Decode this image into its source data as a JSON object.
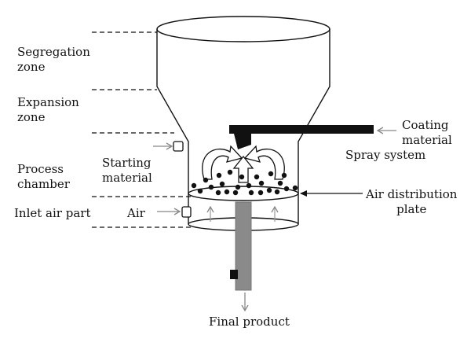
{
  "labels": {
    "segregation": [
      "Segregation",
      "zone"
    ],
    "expansion": [
      "Expansion",
      "zone"
    ],
    "process": [
      "Process",
      "chamber"
    ],
    "inlet": "Inlet air part",
    "starting": [
      "Starting",
      "material"
    ],
    "air": "Air",
    "coating": [
      "Coating",
      "material"
    ],
    "spray": "Spray system",
    "distribution": [
      "Air distribution",
      "plate"
    ],
    "final": "Final product"
  },
  "colors": {
    "ink": "#111111",
    "pipe": "#8a8a8a",
    "arrow": "#888888"
  }
}
